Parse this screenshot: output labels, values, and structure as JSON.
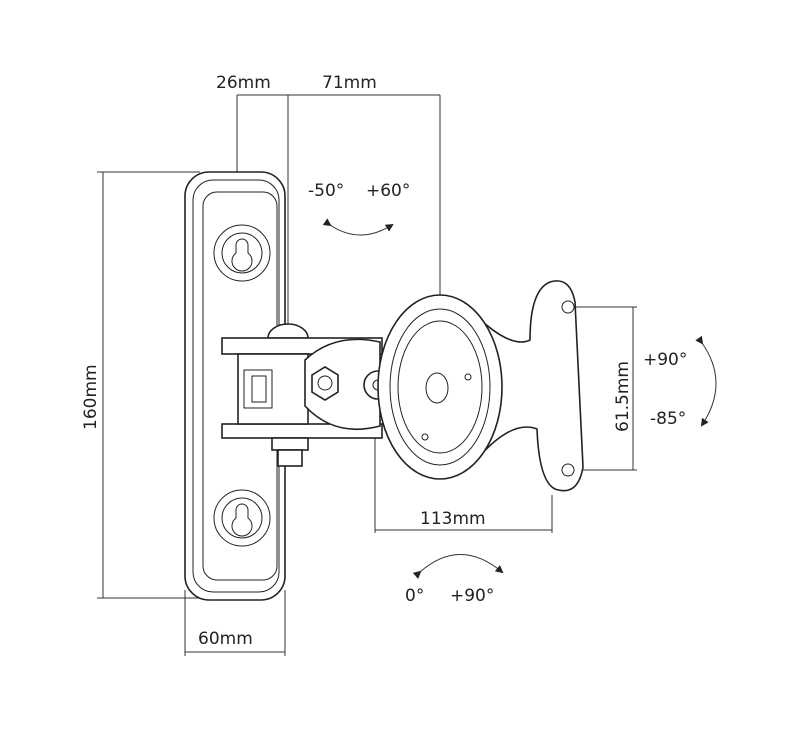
{
  "dimensions": {
    "offset_depth": "26mm",
    "arm_length": "71mm",
    "plate_height": "160mm",
    "plate_width": "60mm",
    "mount_hole_spacing": "61.5mm",
    "extension": "113mm"
  },
  "rotations": {
    "swivel_left": "-50°",
    "swivel_right": "+60°",
    "tilt_up": "+90°",
    "tilt_down": "-85°",
    "rotate_min": "0°",
    "rotate_max": "+90°"
  },
  "colors": {
    "line": "#222222",
    "background": "#ffffff"
  }
}
